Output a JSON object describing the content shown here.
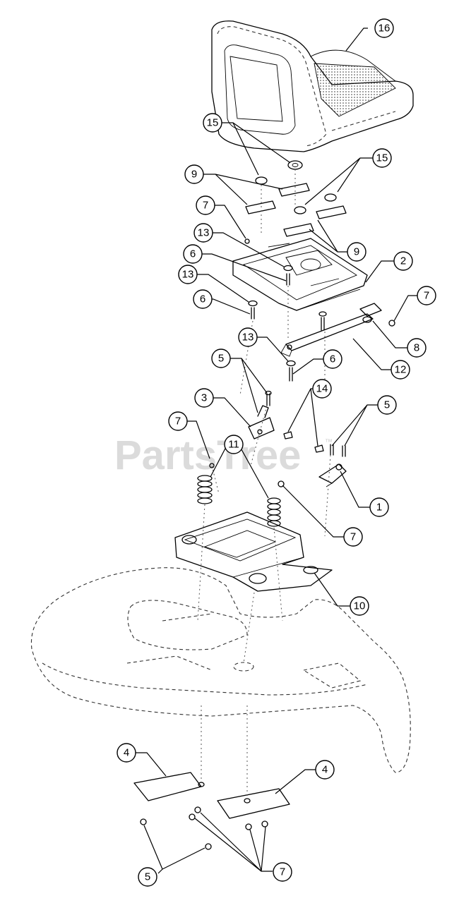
{
  "watermark": {
    "text": "PartsTree",
    "trademark": "™"
  },
  "callouts": [
    {
      "id": "c16",
      "label": "16"
    },
    {
      "id": "c15a",
      "label": "15"
    },
    {
      "id": "c15b",
      "label": "15"
    },
    {
      "id": "c9a",
      "label": "9"
    },
    {
      "id": "c9b",
      "label": "9"
    },
    {
      "id": "c7a",
      "label": "7"
    },
    {
      "id": "c13a",
      "label": "13"
    },
    {
      "id": "c6a",
      "label": "6"
    },
    {
      "id": "c2",
      "label": "2"
    },
    {
      "id": "c13b",
      "label": "13"
    },
    {
      "id": "c6b",
      "label": "6"
    },
    {
      "id": "c7b",
      "label": "7"
    },
    {
      "id": "c8",
      "label": "8"
    },
    {
      "id": "c13c",
      "label": "13"
    },
    {
      "id": "c6c",
      "label": "6"
    },
    {
      "id": "c12",
      "label": "12"
    },
    {
      "id": "c5a",
      "label": "5"
    },
    {
      "id": "c3",
      "label": "3"
    },
    {
      "id": "c14",
      "label": "14"
    },
    {
      "id": "c5b",
      "label": "5"
    },
    {
      "id": "c7c",
      "label": "7"
    },
    {
      "id": "c11",
      "label": "11"
    },
    {
      "id": "c1",
      "label": "1"
    },
    {
      "id": "c7d",
      "label": "7"
    },
    {
      "id": "c10",
      "label": "10"
    },
    {
      "id": "c4a",
      "label": "4"
    },
    {
      "id": "c4b",
      "label": "4"
    },
    {
      "id": "c5c",
      "label": "5"
    },
    {
      "id": "c7e",
      "label": "7"
    }
  ]
}
